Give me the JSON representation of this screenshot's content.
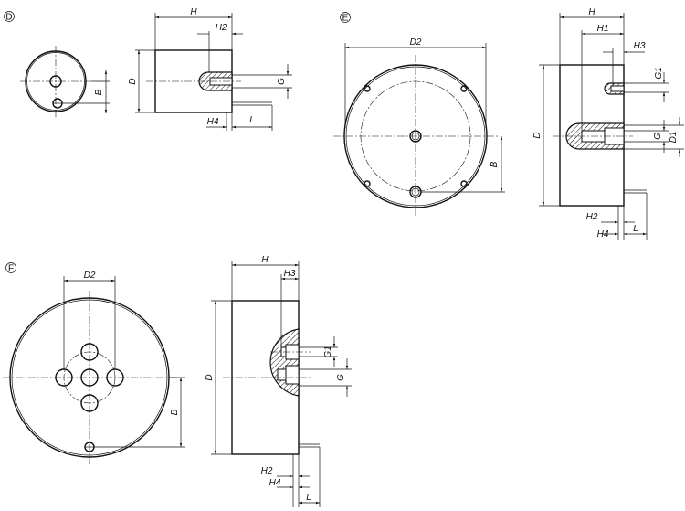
{
  "views": {
    "D": {
      "label": "D",
      "dims": {
        "H": "H",
        "H2": "H2",
        "D": "D",
        "G": "G",
        "B": "B",
        "H4": "H4",
        "L": "L"
      }
    },
    "E": {
      "label": "E",
      "dims": {
        "D2": "D2",
        "B": "B",
        "H": "H",
        "H1": "H1",
        "H3": "H3",
        "G1": "G1",
        "D": "D",
        "G": "G",
        "D1": "D1",
        "H2": "H2",
        "H4": "H4",
        "L": "L"
      }
    },
    "F": {
      "label": "F",
      "dims": {
        "D2": "D2",
        "B": "B",
        "H": "H",
        "H3": "H3",
        "G1": "G1",
        "G": "G",
        "D": "D",
        "H2": "H2",
        "H4": "H4",
        "L": "L"
      }
    }
  }
}
